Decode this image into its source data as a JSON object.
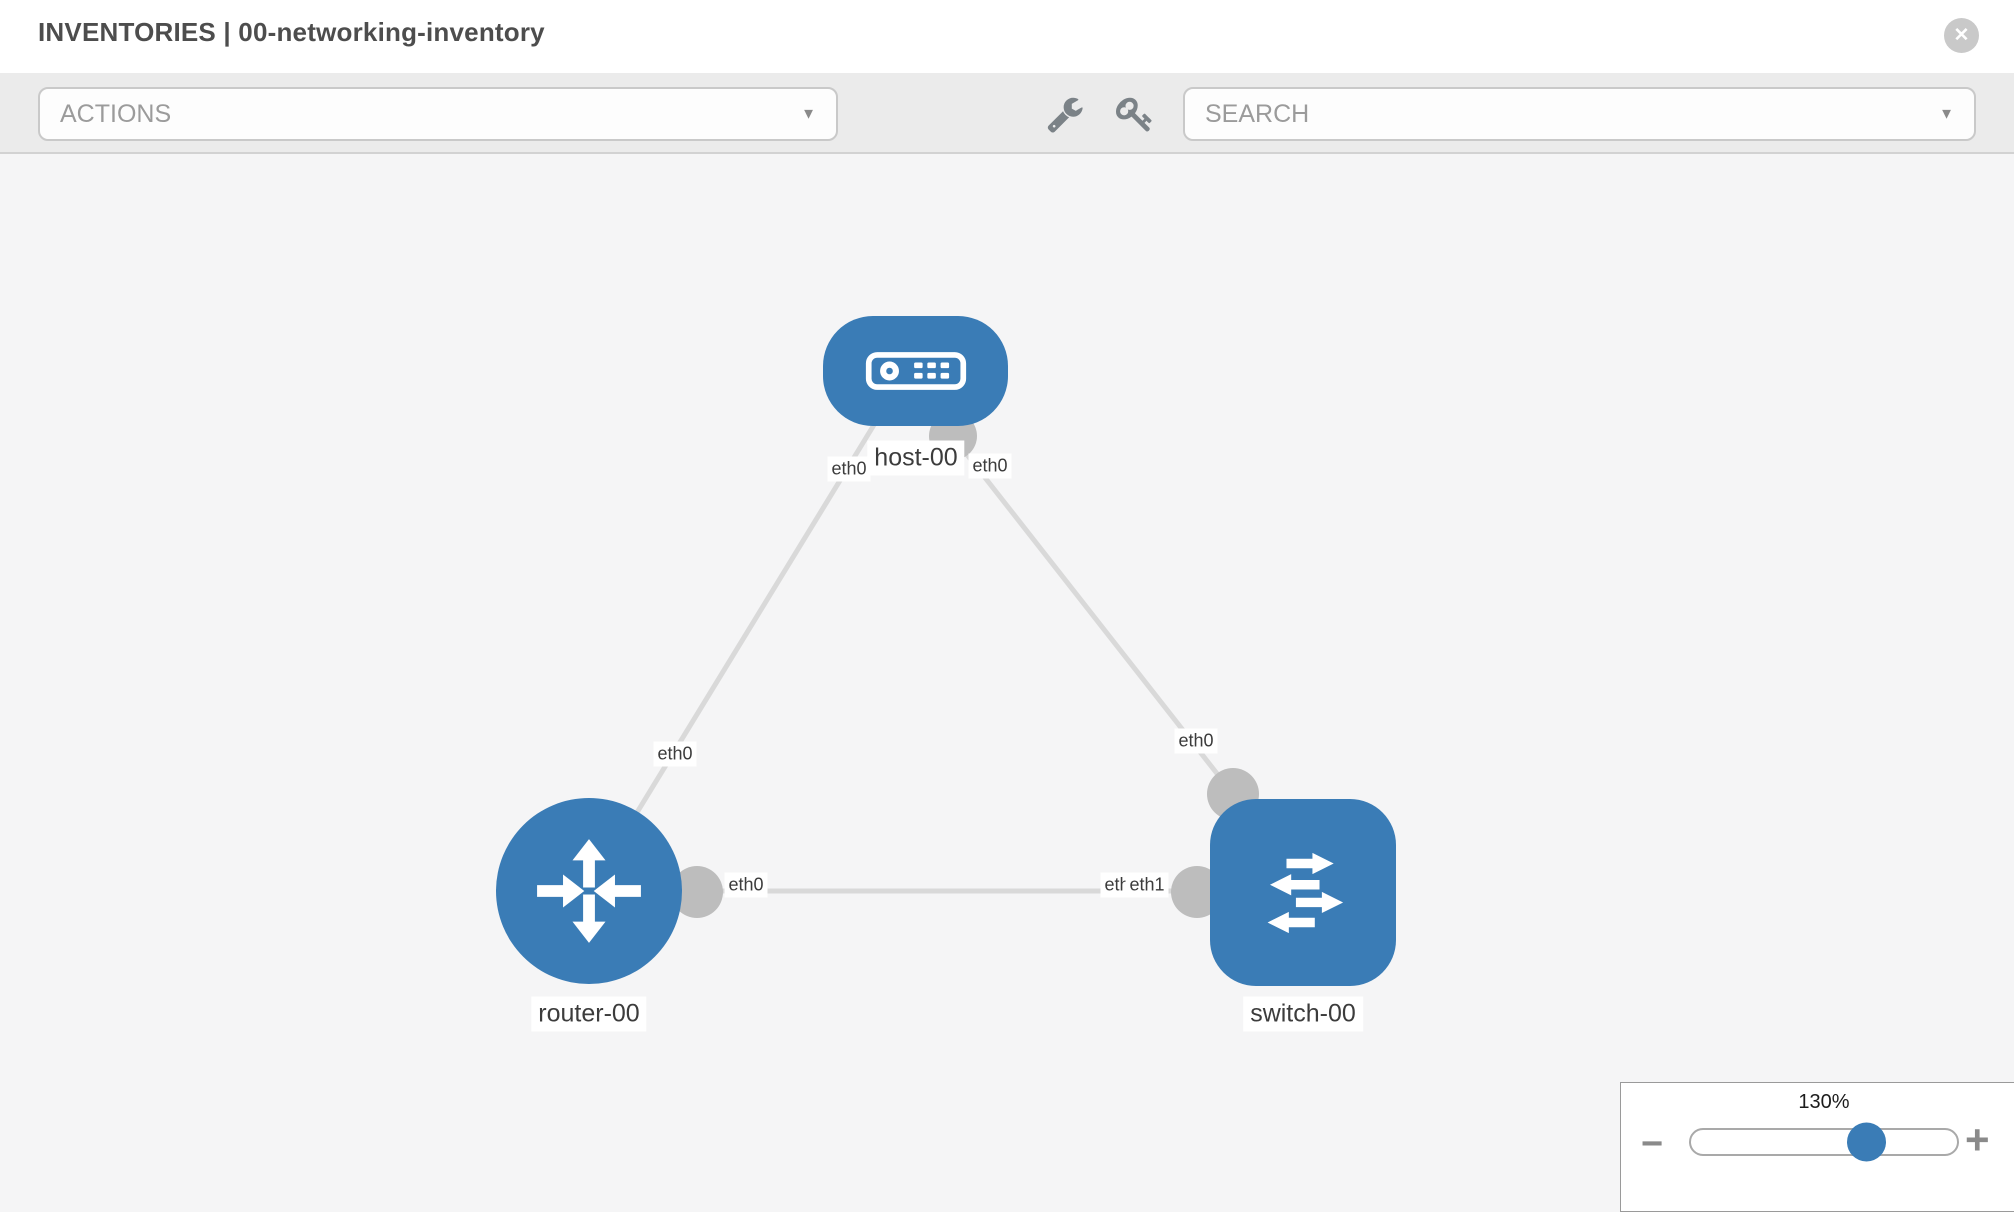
{
  "header": {
    "title": "INVENTORIES | 00-networking-inventory"
  },
  "icons": {
    "close": "✕",
    "caret": "▼"
  },
  "toolbar": {
    "actions_label": "ACTIONS",
    "search_label": "SEARCH"
  },
  "diagram": {
    "nodes": [
      {
        "label": "host-00",
        "type": "host"
      },
      {
        "label": "router-00",
        "type": "router"
      },
      {
        "label": "switch-00",
        "type": "switch"
      }
    ],
    "edges": [
      {
        "from": "host-00",
        "from_iface": "eth0",
        "to": "router-00",
        "to_iface": "eth0"
      },
      {
        "from": "host-00",
        "from_iface": "eth0",
        "to": "switch-00",
        "to_iface": "eth0"
      },
      {
        "from": "router-00",
        "from_iface": "eth0",
        "to": "switch-00",
        "to_iface": "eth1"
      }
    ],
    "overlap_label": "eth0",
    "colors": {
      "node_fill": "#3a7cb6",
      "link": "#d9d9d9",
      "port": "#bdbdbd",
      "canvas_bg": "#f5f5f6"
    }
  },
  "zoom_control": {
    "level": "130%",
    "minus_label": "−",
    "plus_label": "+"
  }
}
